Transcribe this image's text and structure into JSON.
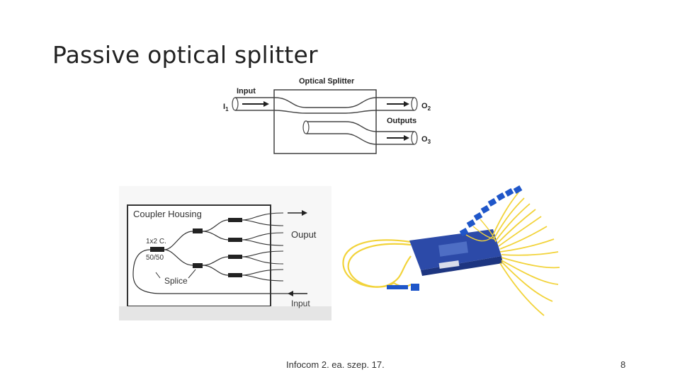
{
  "slide": {
    "title": "Passive optical splitter",
    "footer_text": "Infocom 2. ea. szep. 17.",
    "page_number": "8"
  },
  "optical_splitter_figure": {
    "header": "Optical Splitter",
    "input_label": "Input",
    "outputs_label": "Outputs",
    "i1": "I",
    "i1_sub": "1",
    "o2": "O",
    "o2_sub": "2",
    "o3": "O",
    "o3_sub": "3"
  },
  "coupler_figure": {
    "housing_label": "Coupler Housing",
    "coupler_line1": "1x2 C.",
    "coupler_line2": "50/50",
    "splice_label": "Splice",
    "output_label": "Ouput",
    "input_label": "Input"
  },
  "colors": {
    "fiber_yellow": "#f2d33a",
    "splitter_blue": "#2c4aa8",
    "connector_blue": "#1f56c9"
  }
}
